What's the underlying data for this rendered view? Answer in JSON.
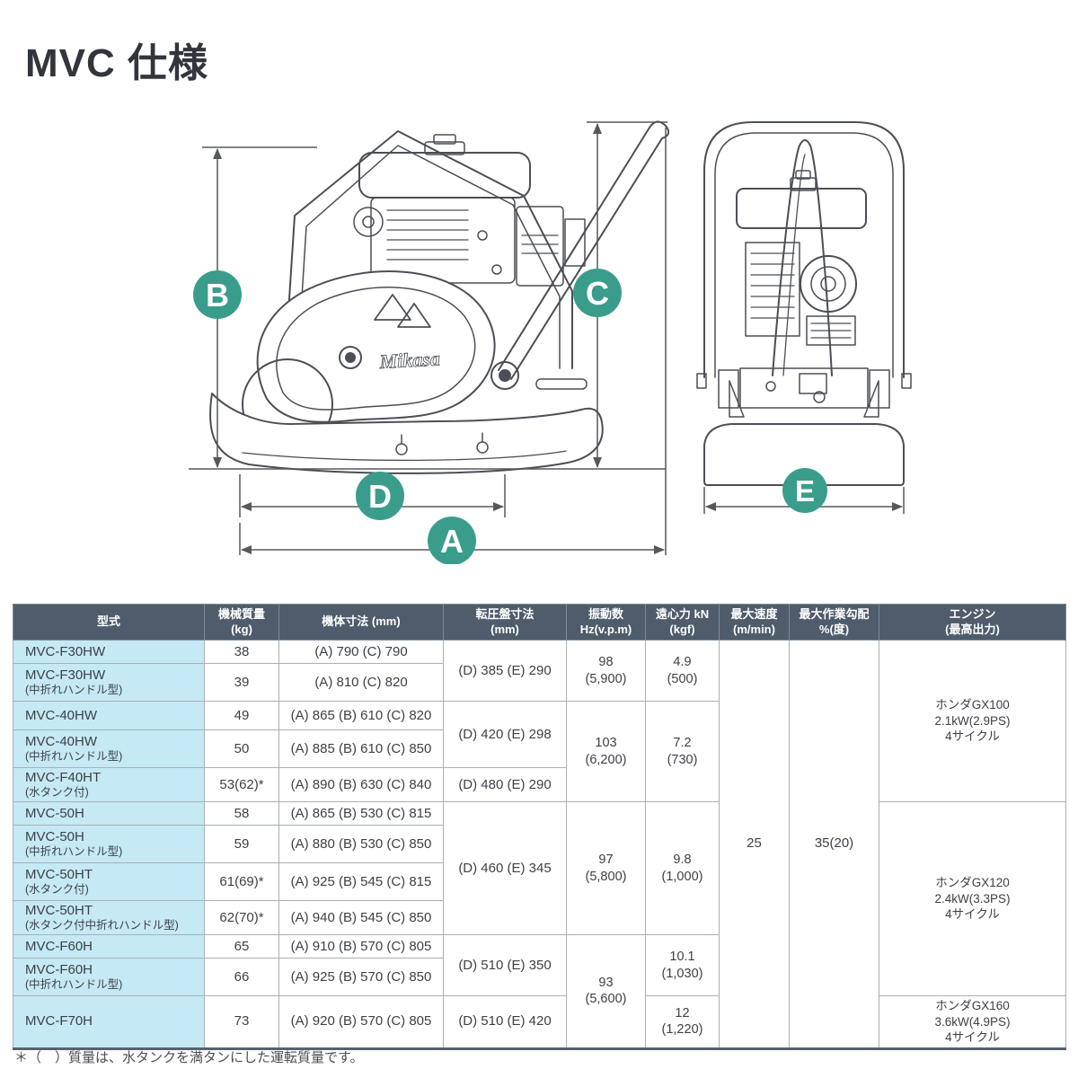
{
  "page": {
    "title": "MVC 仕様",
    "footnote": "＊（　）質量は、水タンクを満タンにした運転質量です。"
  },
  "diagram": {
    "accent_color": "#3a9d8b",
    "brand_text": "Mikasa",
    "labels": {
      "a": "A",
      "b": "B",
      "c": "C",
      "d": "D",
      "e": "E"
    }
  },
  "table": {
    "headers": {
      "model": "型式",
      "mass_l1": "機械質量",
      "mass_l2": "(kg)",
      "body_dims": "機体寸法 (mm)",
      "plate_l1": "転圧盤寸法",
      "plate_l2": "(mm)",
      "vibration_l1": "振動数",
      "vibration_l2": "Hz(v.p.m)",
      "force_l1": "遠心力 kN",
      "force_l2": "(kgf)",
      "speed_l1": "最大速度",
      "speed_l2": "(m/min)",
      "grade_l1": "最大作業勾配",
      "grade_l2": "%(度)",
      "engine_l1": "エンジン",
      "engine_l2": "(最高出力)"
    },
    "rows": [
      {
        "model": "MVC-F30HW",
        "sub": "",
        "mass": "38",
        "body": "(A) 790 (C) 790"
      },
      {
        "model": "MVC-F30HW",
        "sub": "(中折れハンドル型)",
        "mass": "39",
        "body": "(A) 810 (C) 820"
      },
      {
        "model": "MVC-40HW",
        "sub": "",
        "mass": "49",
        "body": "(A) 865 (B) 610 (C) 820"
      },
      {
        "model": "MVC-40HW",
        "sub": "(中折れハンドル型)",
        "mass": "50",
        "body": "(A) 885 (B) 610 (C) 850"
      },
      {
        "model": "MVC-F40HT",
        "sub": "(水タンク付)",
        "mass": "53(62)*",
        "body": "(A) 890 (B) 630 (C) 840"
      },
      {
        "model": "MVC-50H",
        "sub": "",
        "mass": "58",
        "body": "(A) 865 (B) 530 (C) 815"
      },
      {
        "model": "MVC-50H",
        "sub": "(中折れハンドル型)",
        "mass": "59",
        "body": "(A) 880 (B) 530 (C) 850"
      },
      {
        "model": "MVC-50HT",
        "sub": "(水タンク付)",
        "mass": "61(69)*",
        "body": "(A) 925 (B) 545 (C) 815"
      },
      {
        "model": "MVC-50HT",
        "sub": "(水タンク付中折れハンドル型)",
        "mass": "62(70)*",
        "body": "(A) 940 (B) 545 (C) 850"
      },
      {
        "model": "MVC-F60H",
        "sub": "",
        "mass": "65",
        "body": "(A) 910 (B) 570 (C) 805"
      },
      {
        "model": "MVC-F60H",
        "sub": "(中折れハンドル型)",
        "mass": "66",
        "body": "(A) 925 (B) 570 (C) 850"
      },
      {
        "model": "MVC-F70H",
        "sub": "",
        "mass": "73",
        "body": "(A) 920 (B) 570 (C) 805"
      }
    ],
    "plate": [
      "(D) 385 (E) 290",
      "(D) 420 (E) 298",
      "(D) 480 (E) 290",
      "(D) 460 (E) 345",
      "(D) 510 (E) 350",
      "(D) 510 (E) 420"
    ],
    "vibration": [
      {
        "v": "98",
        "sub": "(5,900)"
      },
      {
        "v": "103",
        "sub": "(6,200)"
      },
      {
        "v": "97",
        "sub": "(5,800)"
      },
      {
        "v": "93",
        "sub": "(5,600)"
      }
    ],
    "force": [
      {
        "v": "4.9",
        "sub": "(500)"
      },
      {
        "v": "7.2",
        "sub": "(730)"
      },
      {
        "v": "9.8",
        "sub": "(1,000)"
      },
      {
        "v": "10.1",
        "sub": "(1,030)"
      },
      {
        "v": "12",
        "sub": "(1,220)"
      }
    ],
    "speed": "25",
    "grade": "35(20)",
    "engines": [
      {
        "l1": "ホンダGX100",
        "l2": "2.1kW(2.9PS)",
        "l3": "4サイクル"
      },
      {
        "l1": "ホンダGX120",
        "l2": "2.4kW(3.3PS)",
        "l3": "4サイクル"
      },
      {
        "l1": "ホンダGX160",
        "l2": "3.6kW(4.9PS)",
        "l3": "4サイクル"
      }
    ]
  }
}
